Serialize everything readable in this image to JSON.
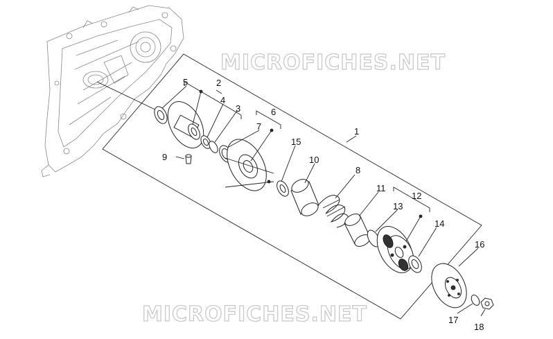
{
  "watermark": {
    "top": "MICROFICHES.NET",
    "bottom": "MICROFICHES.NET"
  },
  "callouts": {
    "c1": "1",
    "c2": "2",
    "c3": "3",
    "c4": "4",
    "c5": "5",
    "c6": "6",
    "c7": "7",
    "c8": "8",
    "c9": "9",
    "c10": "10",
    "c11": "11",
    "c12": "12",
    "c13": "13",
    "c14": "14",
    "c15": "15",
    "c16": "16",
    "c17": "17",
    "c18": "18"
  }
}
